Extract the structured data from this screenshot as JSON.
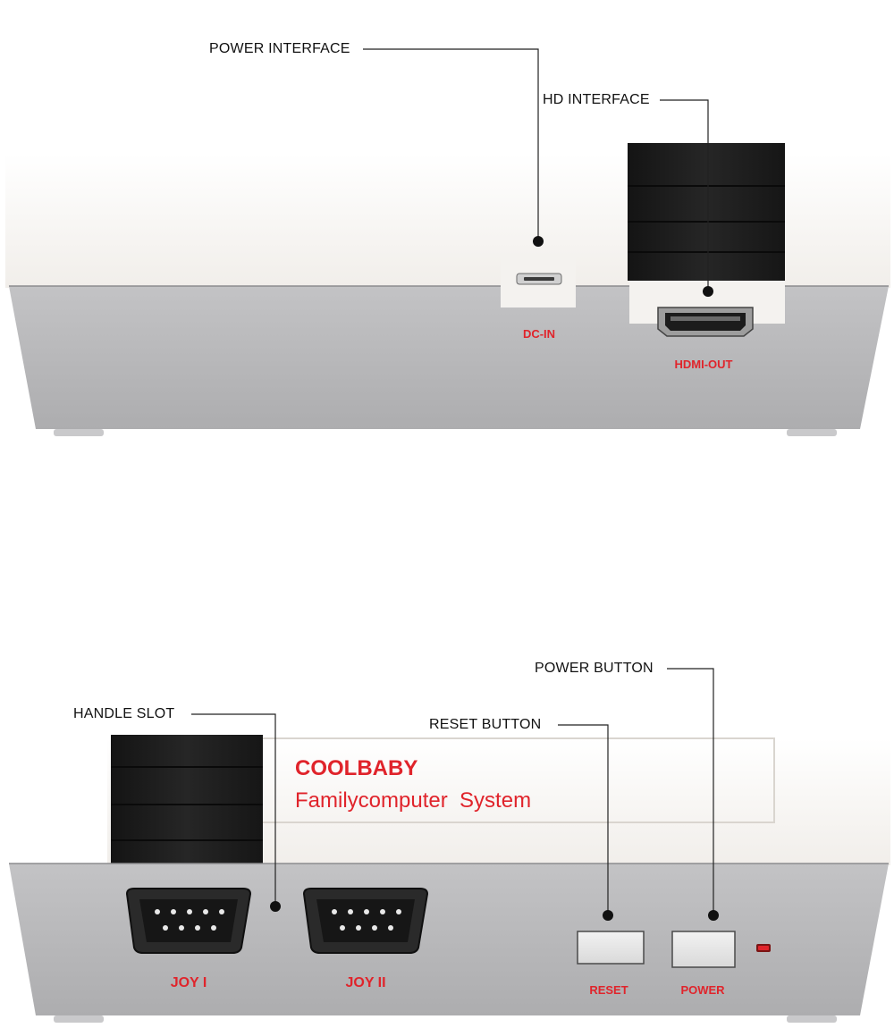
{
  "callouts": {
    "power_interface": "POWER INTERFACE",
    "hd_interface": "HD INTERFACE",
    "handle_slot": "HANDLE SLOT",
    "reset_button": "RESET BUTTON",
    "power_button": "POWER BUTTON"
  },
  "port_labels": {
    "dc_in": "DC-IN",
    "hdmi_out": "HDMI-OUT",
    "joy_1": "JOY I",
    "joy_2": "JOY II",
    "reset": "RESET",
    "power": "POWER"
  },
  "brand": {
    "name": "COOLBABY",
    "tagline": "Familycomputer  System"
  },
  "colors": {
    "label_red": "#e0242b",
    "callout_text": "#111111",
    "leader_line": "#222222",
    "console_top": "#f3f0ec",
    "console_front": "#b7b7b9",
    "plug_black": "#1e1e1e",
    "led_red": "#d8211f"
  },
  "icons": {
    "dc_port": "micro-usb-port-icon",
    "hdmi_port": "hdmi-port-icon",
    "joy_port": "db9-port-icon",
    "led": "led-indicator-icon"
  }
}
